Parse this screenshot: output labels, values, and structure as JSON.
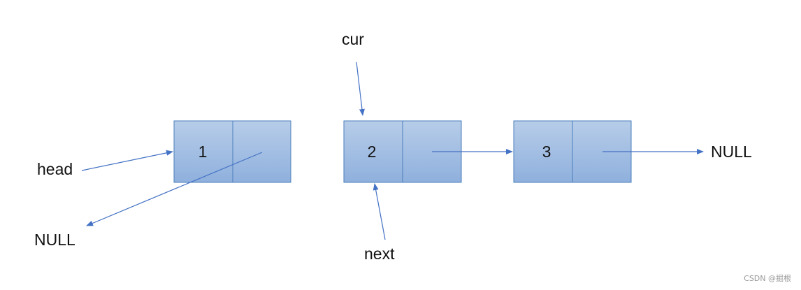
{
  "nodes": [
    {
      "value": "1"
    },
    {
      "value": "2"
    },
    {
      "value": "3"
    }
  ],
  "labels": {
    "head": "head",
    "null_left": "NULL",
    "null_right": "NULL",
    "cur": "cur",
    "next": "next"
  },
  "colors": {
    "node_top": "#b7cde9",
    "node_bottom": "#8fb0dd",
    "node_border": "#4a7ebb",
    "arrow": "#4472c4"
  },
  "watermark": "CSDN @掘根"
}
